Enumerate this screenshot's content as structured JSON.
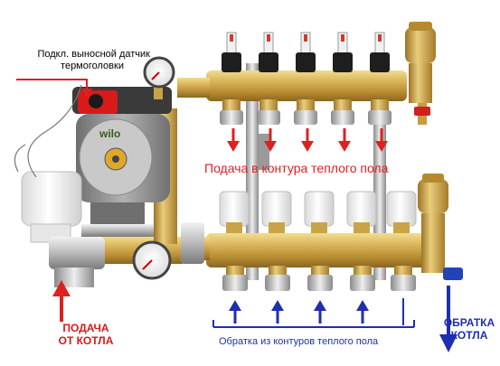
{
  "labels": {
    "sensor_line1": "Подкл. выносной датчик",
    "sensor_line2": "термоголовки",
    "supply": "Подача в контура теплого пола",
    "return_circuits": "Обратка из контуров теплого пола",
    "from_boiler_line1": "ПОДАЧА",
    "from_boiler_line2": "ОТ КОТЛА",
    "to_boiler_line1": "ОБРАТКА",
    "to_boiler_line2": "КОТЛА"
  },
  "pump": {
    "brand": "wilo"
  },
  "colors": {
    "brass": "#c9a447",
    "supply_arrow": "#e02020",
    "return_arrow": "#1d2fb0",
    "pump_body": "#8c8c8c",
    "pump_cap": "#d91a1a"
  }
}
